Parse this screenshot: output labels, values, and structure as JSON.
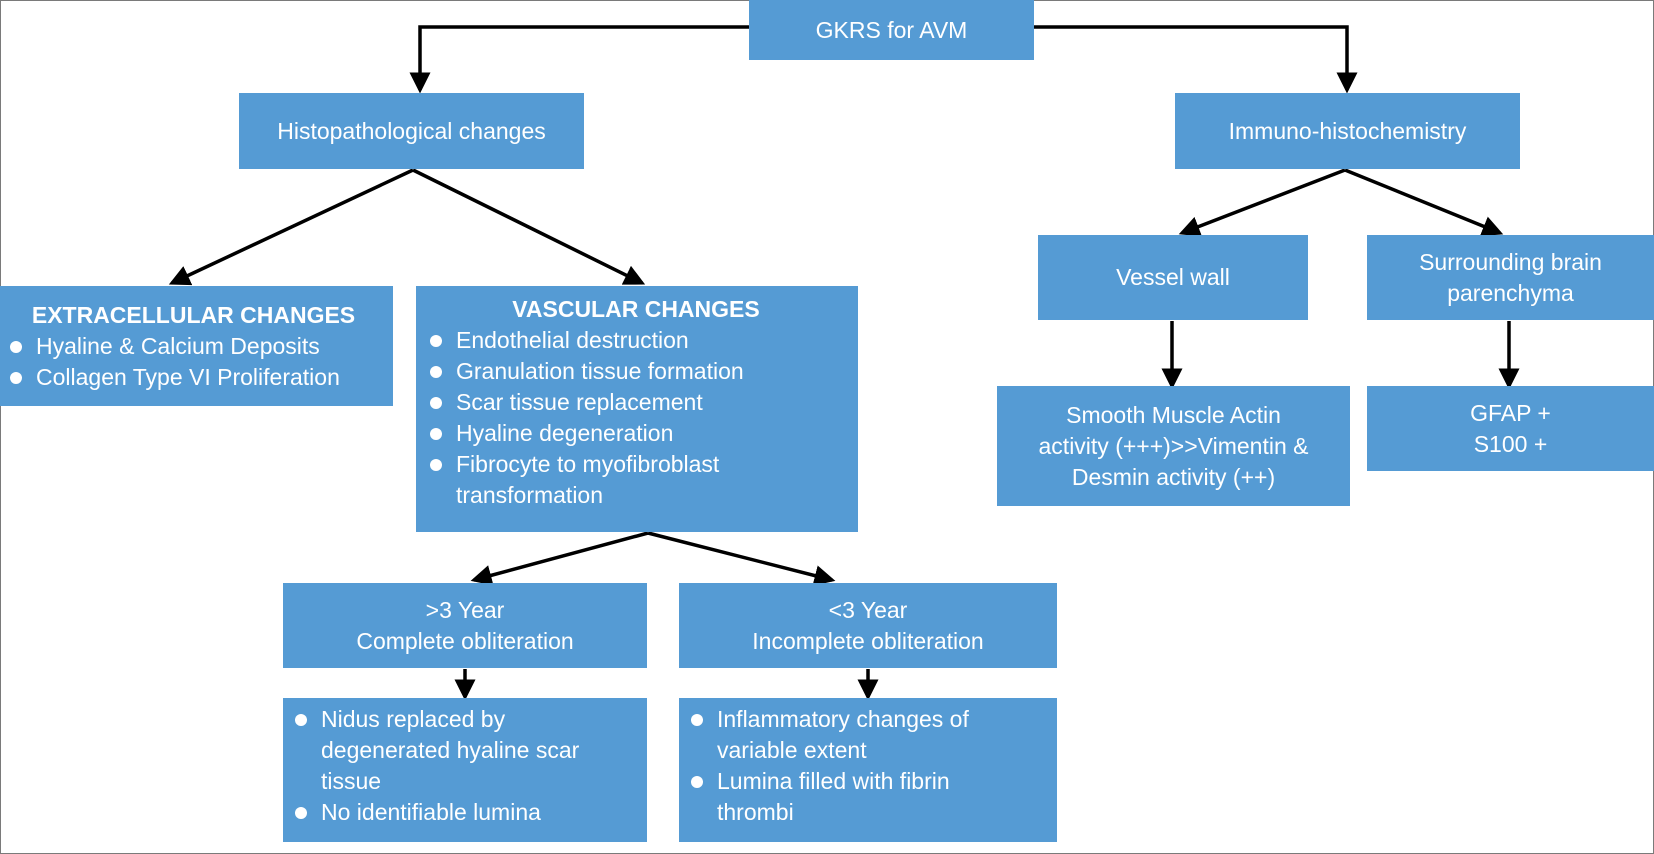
{
  "root": {
    "label": "GKRS for AVM"
  },
  "histopathological": {
    "label": "Histopathological changes"
  },
  "immuno": {
    "label": "Immuno-histochemistry"
  },
  "extracellular": {
    "title": "EXTRACELLULAR CHANGES",
    "items": [
      "Hyaline & Calcium Deposits",
      "Collagen Type VI Proliferation"
    ]
  },
  "vascular": {
    "title": "VASCULAR CHANGES",
    "items": [
      "Endothelial destruction",
      "Granulation tissue formation",
      "Scar tissue replacement",
      "Hyaline degeneration",
      "Fibrocyte to myofibroblast transformation"
    ]
  },
  "vessel_wall": {
    "label": "Vessel wall"
  },
  "parenchyma": {
    "lines": [
      "Surrounding brain",
      "parenchyma"
    ]
  },
  "smooth_muscle": {
    "lines": [
      "Smooth Muscle Actin",
      "activity (+++)>>Vimentin &",
      "Desmin activity (++)"
    ]
  },
  "gfap": {
    "lines": [
      "GFAP +",
      "S100 +"
    ]
  },
  "gt3": {
    "lines": [
      ">3 Year",
      "Complete obliteration"
    ]
  },
  "lt3": {
    "lines": [
      "<3 Year",
      "Incomplete obliteration"
    ]
  },
  "complete_details": {
    "items": [
      "Nidus replaced by degenerated hyaline scar tissue",
      "No identifiable lumina"
    ]
  },
  "incomplete_details": {
    "items": [
      "Inflammatory changes of variable extent",
      "Lumina filled with fibrin thrombi"
    ]
  },
  "colors": {
    "box_fill": "#559bd4",
    "text": "#ffffff",
    "arrow": "#000000"
  }
}
